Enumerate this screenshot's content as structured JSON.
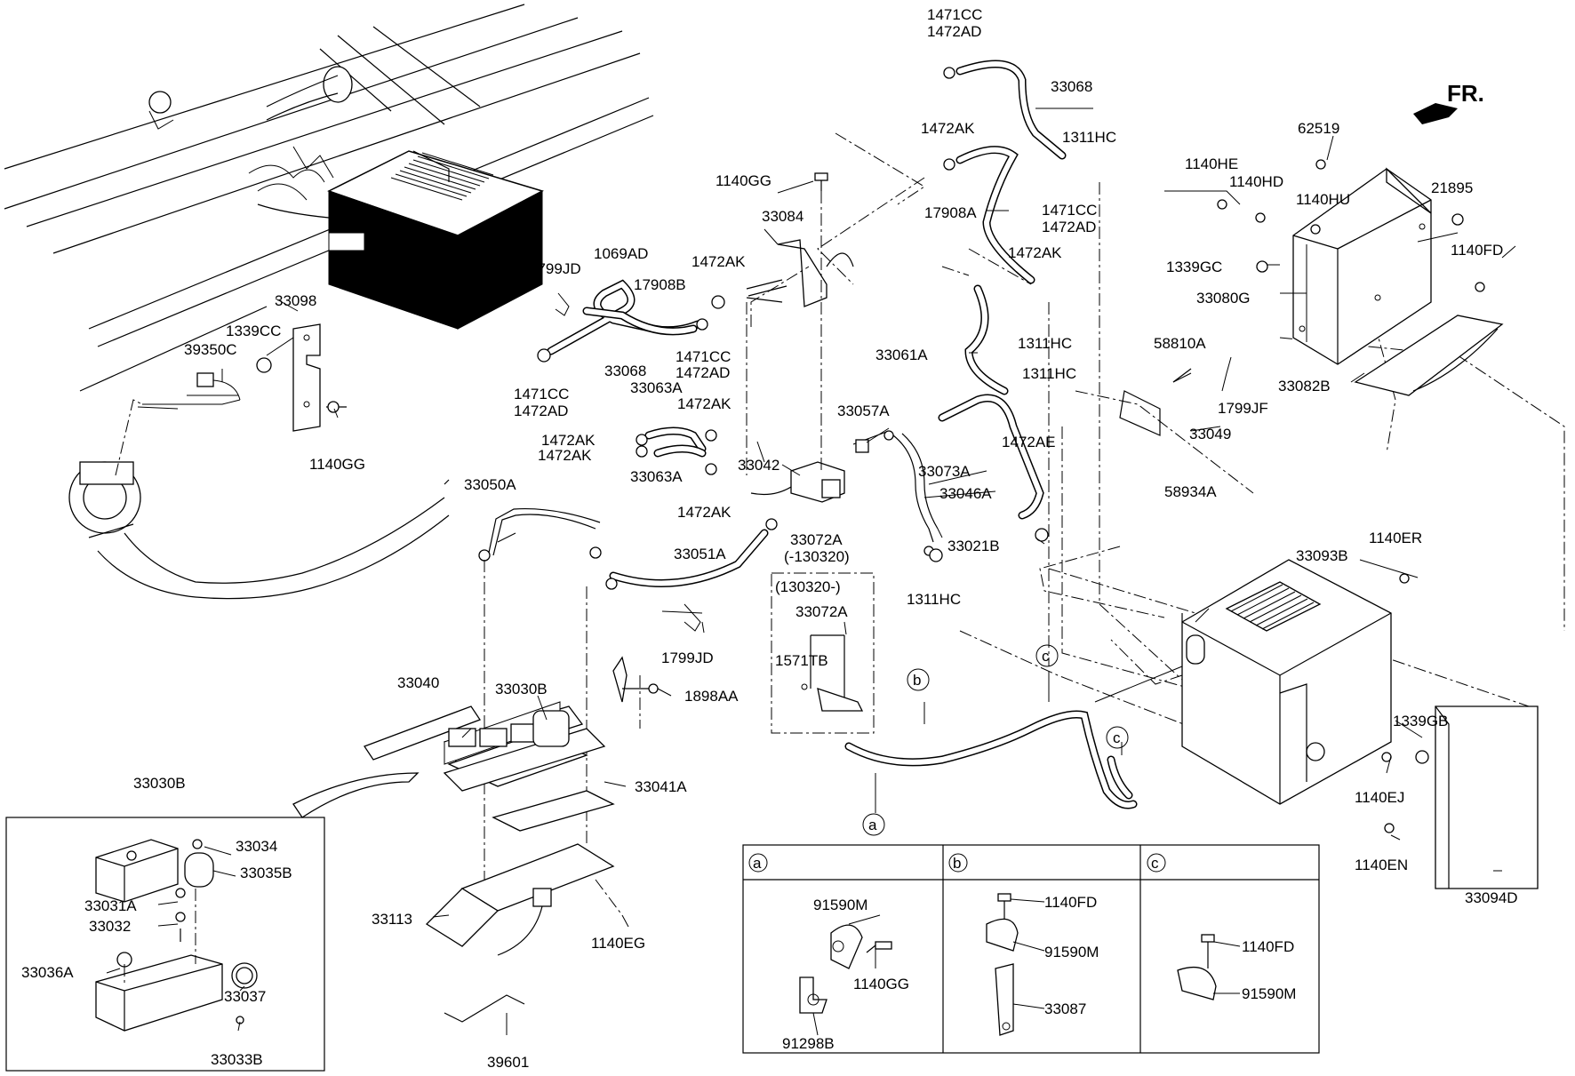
{
  "front_indicator": "FR.",
  "labels": {
    "l_1471CC_top": "1471CC",
    "l_1472AD_top": "1472AD",
    "l_33068_top": "33068",
    "l_1472AK_top": "1472AK",
    "l_1311HC_a": "1311HC",
    "l_1140GG_top": "1140GG",
    "l_17908A": "17908A",
    "l_1471CC_b": "1471CC",
    "l_1472AD_b": "1472AD",
    "l_33084": "33084",
    "l_1472AK_b": "1472AK",
    "l_1799JD_a": "1799JD",
    "l_1069AD": "1069AD",
    "l_1472AK_c": "1472AK",
    "l_17908B": "17908B",
    "l_1311HC_b": "1311HC",
    "l_33061A": "33061A",
    "l_33068_b": "33068",
    "l_1471CC_c": "1471CC",
    "l_1472AD_c": "1472AD",
    "l_1471CC_d": "1471CC",
    "l_1472AD_d": "1472AD",
    "l_33063A_a": "33063A",
    "l_1472AK_d": "1472AK",
    "l_1311HC_c": "1311HC",
    "l_33057A": "33057A",
    "l_1472AE": "1472AE",
    "l_1472AK_e": "1472AK",
    "l_1472AK_f": "1472AK",
    "l_33063A_b": "33063A",
    "l_33042": "33042",
    "l_33073A": "33073A",
    "l_33046A": "33046A",
    "l_1472AK_g": "1472AK",
    "l_33072A_a": "33072A",
    "l_33072A_range": "(-130320)",
    "l_33021B": "33021B",
    "l_1311HC_d": "1311HC",
    "l_33098": "33098",
    "l_1339CC": "1339CC",
    "l_39350C": "39350C",
    "l_1140GG_left": "1140GG",
    "l_33050A": "33050A",
    "l_33051A": "33051A",
    "l_1799JD_b": "1799JD",
    "l_130320": "(130320-)",
    "l_33072A_b": "33072A",
    "l_1571TB": "1571TB",
    "l_1898AA": "1898AA",
    "l_33040": "33040",
    "l_33030B_a": "33030B",
    "l_33041A": "33041A",
    "l_33113": "33113",
    "l_1140EG": "1140EG",
    "l_39601": "39601",
    "l_33030B_b": "33030B",
    "l_33034": "33034",
    "l_33035B": "33035B",
    "l_33031A": "33031A",
    "l_33032": "33032",
    "l_33036A": "33036A",
    "l_33037": "33037",
    "l_33033B": "33033B",
    "l_62519": "62519",
    "l_1140HE": "1140HE",
    "l_1140HD": "1140HD",
    "l_1140HU": "1140HU",
    "l_21895": "21895",
    "l_1140FD_a": "1140FD",
    "l_1339GC": "1339GC",
    "l_33080G": "33080G",
    "l_58810A": "58810A",
    "l_33082B": "33082B",
    "l_1799JF": "1799JF",
    "l_33049": "33049",
    "l_58934A": "58934A",
    "l_33093B": "33093B",
    "l_1140ER": "1140ER",
    "l_1339GB": "1339GB",
    "l_1140EJ": "1140EJ",
    "l_1140EN": "1140EN",
    "l_33094D": "33094D",
    "c_b": "b",
    "c_c1": "c",
    "c_c2": "c",
    "c_a": "a"
  },
  "detail_table": {
    "col_a": "a",
    "col_b": "b",
    "col_c": "c",
    "a_91590M": "91590M",
    "a_1140GG": "1140GG",
    "a_91298B": "91298B",
    "b_1140FD": "1140FD",
    "b_91590M": "91590M",
    "b_33087": "33087",
    "c_1140FD": "1140FD",
    "c_91590M": "91590M"
  }
}
